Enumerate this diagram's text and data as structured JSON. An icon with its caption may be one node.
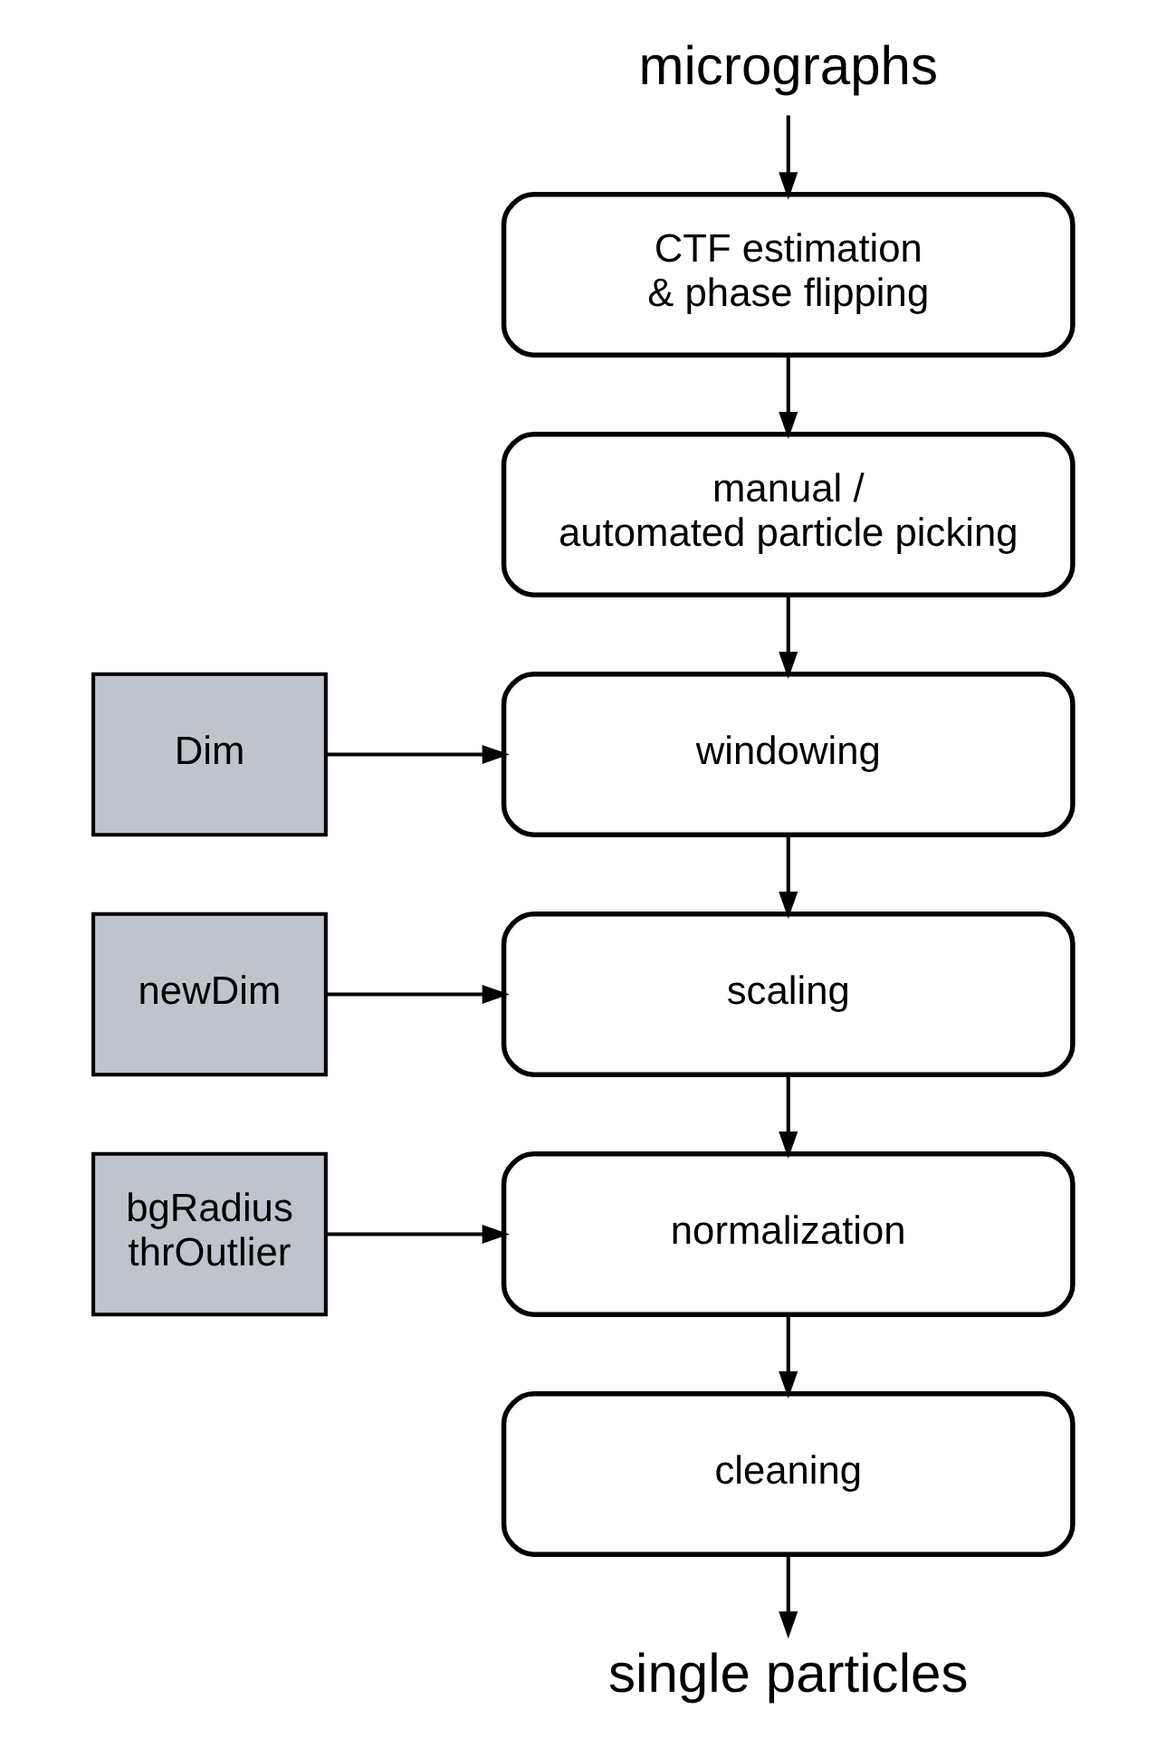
{
  "diagram": {
    "nodes": [
      {
        "text": [
          "micrographs"
        ]
      },
      {
        "text": [
          "CTF estimation & phase flipping"
        ]
      },
      {
        "text": [
          "manual / automated particle picking"
        ]
      },
      {
        "text": [
          "windowing"
        ]
      },
      {
        "text": [
          "scaling"
        ]
      },
      {
        "text": [
          "normalization"
        ]
      },
      {
        "text": [
          "cleaning"
        ]
      },
      {
        "text": [
          "single particles"
        ]
      },
      {
        "text": [
          "Dim"
        ]
      },
      {
        "text": [
          "newDim"
        ]
      },
      {
        "text": [
          "bgRadius thrOutlier"
        ]
      }
    ],
    "edges": [
      {
        "from": 0,
        "to": 1,
        "arrow": "to"
      },
      {
        "from": 1,
        "to": 2,
        "arrow": "to"
      },
      {
        "from": 2,
        "to": 3,
        "arrow": "to"
      },
      {
        "from": 3,
        "to": 4,
        "arrow": "to"
      },
      {
        "from": 4,
        "to": 5,
        "arrow": "to"
      },
      {
        "from": 5,
        "to": 6,
        "arrow": "to"
      },
      {
        "from": 6,
        "to": 7,
        "arrow": "to"
      },
      {
        "from": 8,
        "to": 3,
        "arrow": "to"
      },
      {
        "from": 9,
        "to": 4,
        "arrow": "to"
      },
      {
        "from": 10,
        "to": 5,
        "arrow": "to"
      }
    ]
  }
}
